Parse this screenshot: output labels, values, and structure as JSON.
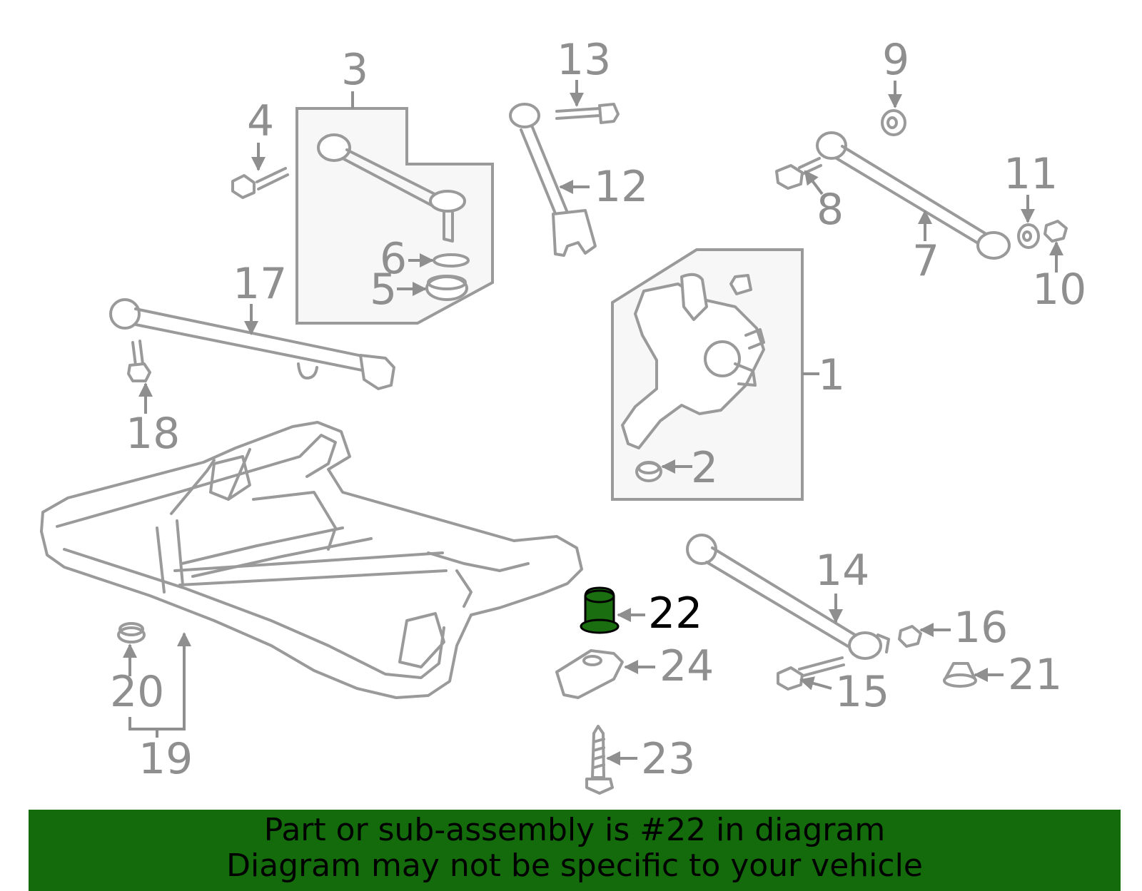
{
  "diagram": {
    "highlight_part": "22",
    "highlight_color": "#1a6e10",
    "callouts": [
      "1",
      "2",
      "3",
      "4",
      "5",
      "6",
      "7",
      "8",
      "9",
      "10",
      "11",
      "12",
      "13",
      "14",
      "15",
      "16",
      "17",
      "18",
      "19",
      "20",
      "21",
      "22",
      "23",
      "24"
    ]
  },
  "banner": {
    "line1": "Part or sub-assembly is #22 in diagram",
    "line2": "Diagram may not be specific to your vehicle",
    "background": "#136b0c"
  }
}
